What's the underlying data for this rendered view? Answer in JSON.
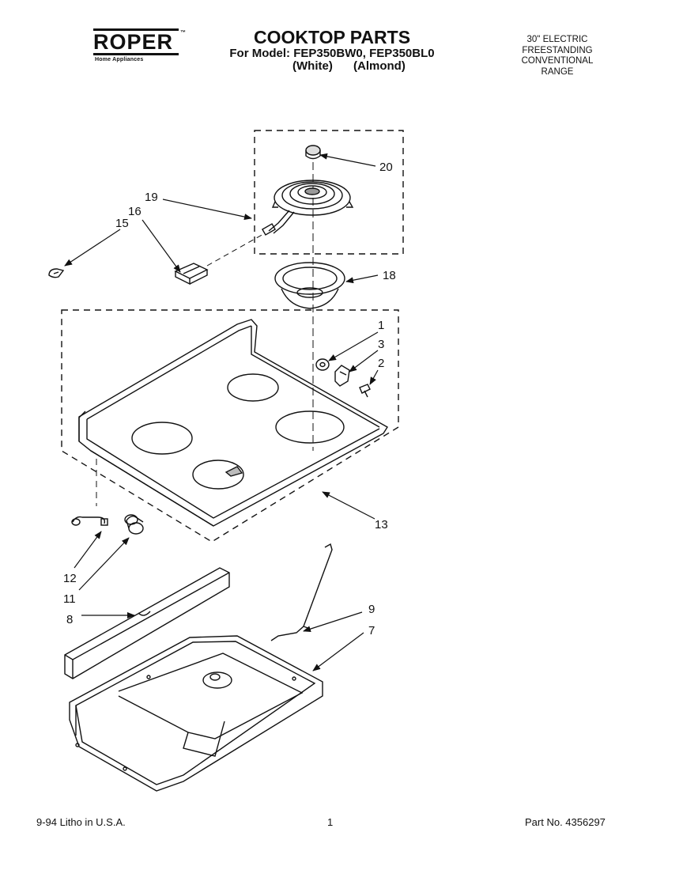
{
  "brand": {
    "logo_text": "ROPER",
    "tm": "™",
    "subtitle": "Home Appliances"
  },
  "header": {
    "title": "COOKTOP PARTS",
    "model_line": "For Model: FEP350BW0, FEP350BL0",
    "variants": [
      "(White)",
      "(Almond)"
    ],
    "range_type": [
      "30\" ELECTRIC",
      "FREESTANDING",
      "CONVENTIONAL",
      "RANGE"
    ]
  },
  "callouts": {
    "c1": "1",
    "c2": "2",
    "c3": "3",
    "c7": "7",
    "c8": "8",
    "c9": "9",
    "c11": "11",
    "c12": "12",
    "c13": "13",
    "c15": "15",
    "c16": "16",
    "c18": "18",
    "c19": "19",
    "c20": "20"
  },
  "footer": {
    "date_litho": "9-94  Litho in U.S.A.",
    "page_number": "1",
    "part_number": "Part No.  4356297"
  },
  "colors": {
    "ink": "#111111",
    "paper": "#ffffff"
  }
}
